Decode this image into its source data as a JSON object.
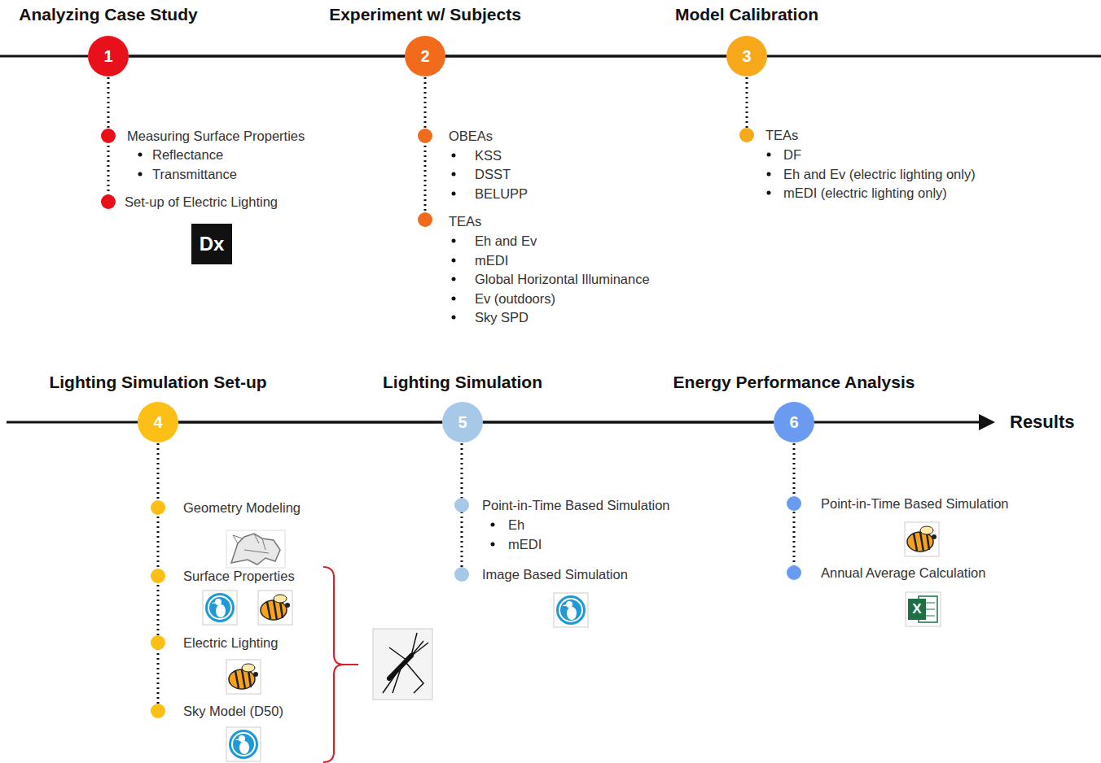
{
  "diagram": {
    "nodes": [
      {
        "text": [
          "Analyzing Case Study",
          "1"
        ]
      },
      {
        "text": [
          "Experiment w/ Subjects",
          "2"
        ]
      },
      {
        "text": [
          "Model Calibration",
          "3"
        ]
      },
      {
        "text": [
          "Lighting Simulation Set-up",
          "4"
        ]
      },
      {
        "text": [
          "Lighting Simulation",
          "5"
        ]
      },
      {
        "text": [
          "Energy Performance Analysis",
          "6"
        ]
      }
    ],
    "edges": [
      {
        "from": 0,
        "to": 1,
        "arrow": "none"
      },
      {
        "from": 1,
        "to": 2,
        "arrow": "none"
      },
      {
        "from": 3,
        "to": 4,
        "arrow": "none"
      },
      {
        "from": 4,
        "to": 5,
        "arrow": "none"
      }
    ],
    "labels": [
      "Measuring Surface Properties",
      "Reflectance",
      "Transmittance",
      "Set-up of Electric Lighting",
      "Dx",
      "OBEAs",
      "KSS",
      "DSST",
      "BELUPP",
      "TEAs",
      "Eh and Ev",
      "mEDI",
      "Global Horizontal Illuminance",
      "Ev (outdoors)",
      "Sky SPD",
      "TEAs",
      "DF",
      "Eh and Ev (electric lighting only)",
      "mEDI (electric lighting only)",
      "Geometry Modeling",
      "Surface Properties",
      "Electric Lighting",
      "Sky Model (D50)",
      "Point-in-Time Based Simulation",
      "Eh",
      "mEDI",
      "Image Based Simulation",
      "Point-in-Time Based Simulation",
      "Annual Average Calculation",
      "X",
      "Results"
    ]
  }
}
